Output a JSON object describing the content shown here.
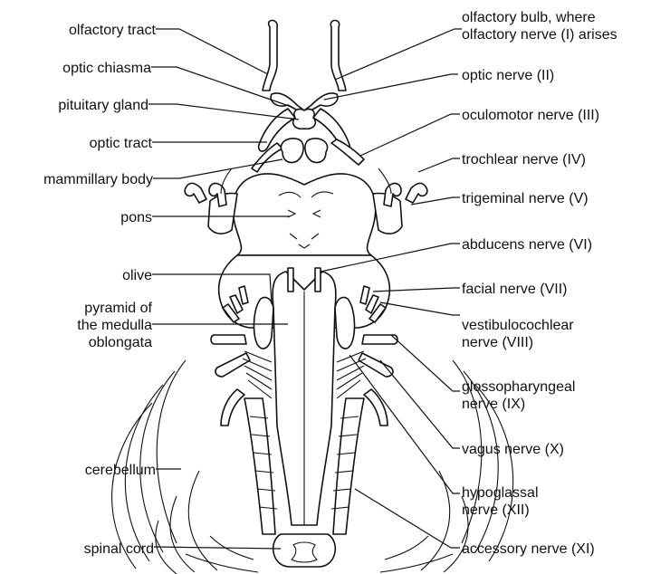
{
  "labels": {
    "olfactory_tract": "olfactory tract",
    "optic_chiasma": "optic chiasma",
    "pituitary_gland": "pituitary gland",
    "optic_tract": "optic tract",
    "mammillary_body": "mammillary body",
    "pons": "pons",
    "olive": "olive",
    "pyramid_line1": "pyramid of",
    "pyramid_line2": "the medulla",
    "pyramid_line3": "oblongata",
    "cerebellum": "cerebellum",
    "spinal_cord": "spinal cord",
    "olfactory_bulb_line1": "olfactory bulb, where",
    "olfactory_bulb_line2": "olfactory nerve (I) arises",
    "optic_nerve": "optic nerve (II)",
    "oculomotor_nerve": "oculomotor nerve (III)",
    "trochlear_nerve": "trochlear nerve (IV)",
    "trigeminal_nerve": "trigeminal nerve (V)",
    "abducens_nerve": "abducens nerve (VI)",
    "facial_nerve": "facial nerve (VII)",
    "vestibulocochlear_line1": "vestibulocochlear",
    "vestibulocochlear_line2": "nerve (VIII)",
    "glossopharyngeal_line1": "glossopharyngeal",
    "glossopharyngeal_line2": "nerve (IX)",
    "vagus_nerve": "vagus nerve (X)",
    "hypoglossal_line1": "hypoglassal",
    "hypoglossal_line2": "nerve (XII)",
    "accessory_nerve": "accessory nerve (XI)"
  }
}
